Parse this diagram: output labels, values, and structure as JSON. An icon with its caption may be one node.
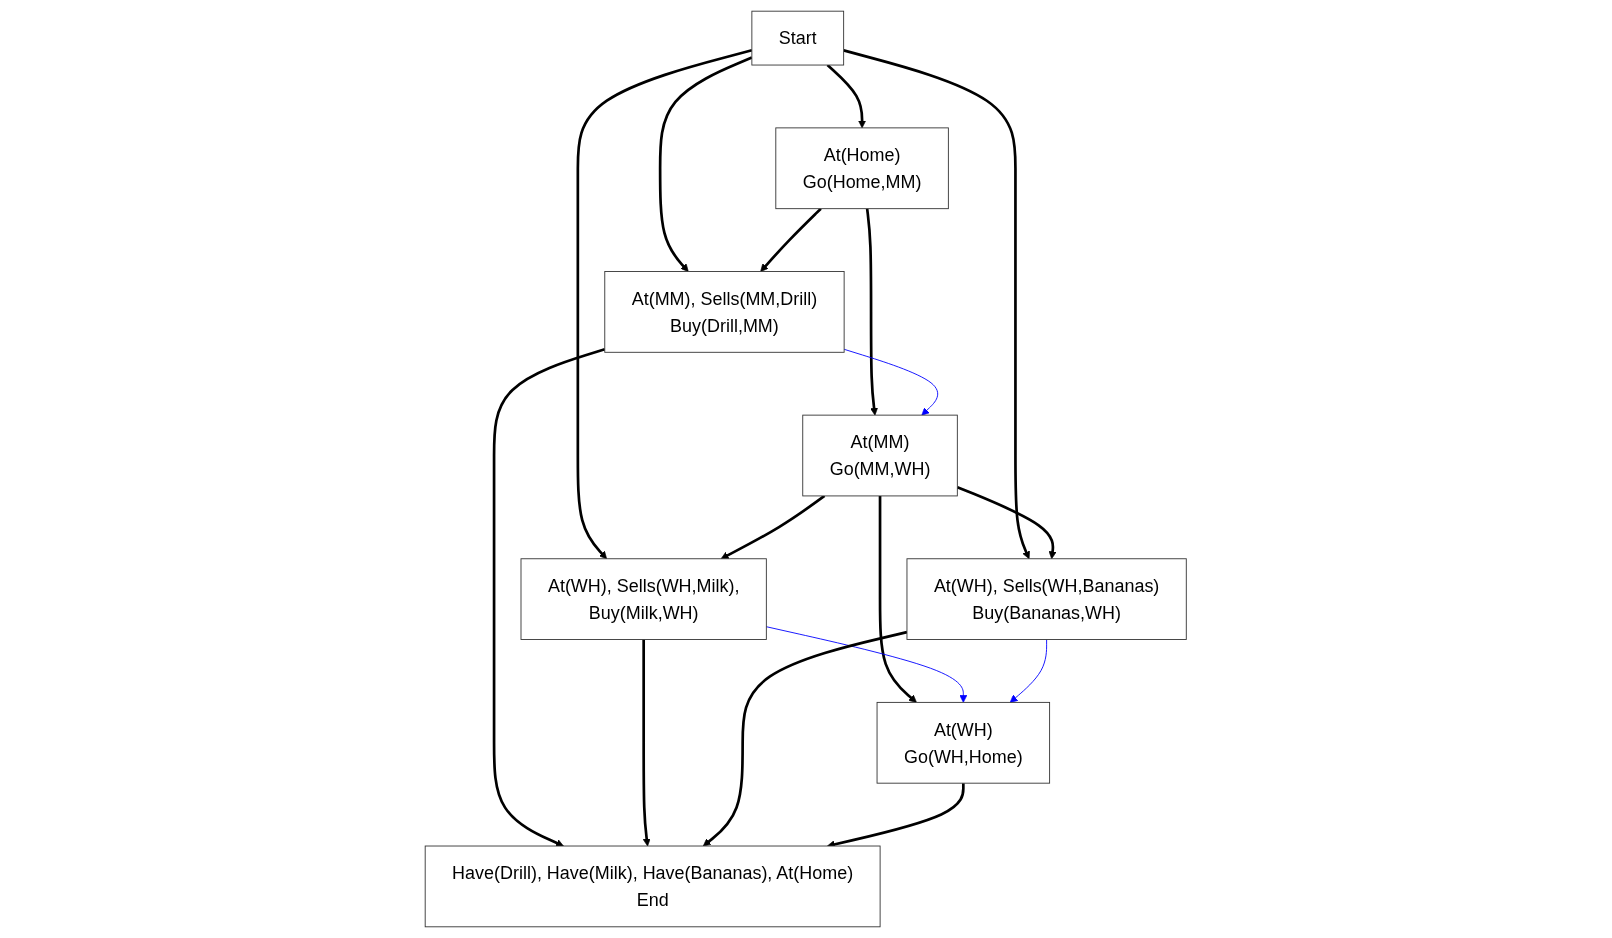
{
  "diagram": {
    "nodes": [
      {
        "text": [
          "Start"
        ]
      },
      {
        "text": [
          "At(Home)",
          "Go(Home,MM)"
        ]
      },
      {
        "text": [
          "At(MM)",
          "Go(MM,WH)"
        ]
      },
      {
        "text": [
          "At(MM), Sells(MM,Drill)",
          "Buy(Drill,MM)"
        ]
      },
      {
        "text": [
          "At(WH), Sells(WH,Milk),",
          "Buy(Milk,WH)"
        ]
      },
      {
        "text": [
          "At(WH), Sells(WH,Bananas)",
          "Buy(Bananas,WH)"
        ]
      },
      {
        "text": [
          "At(WH)",
          "Go(WH,Home)"
        ]
      },
      {
        "text": [
          "Have(Drill), Have(Milk), Have(Bananas), At(Home)",
          "End"
        ]
      }
    ],
    "edges": [
      {
        "from": 0,
        "to": 1,
        "arrow": "to"
      },
      {
        "from": 0,
        "to": 3,
        "arrow": "to"
      },
      {
        "from": 0,
        "to": 4,
        "arrow": "to"
      },
      {
        "from": 0,
        "to": 5,
        "arrow": "to"
      },
      {
        "from": 1,
        "to": 2,
        "arrow": "to"
      },
      {
        "from": 1,
        "to": 3,
        "arrow": "to"
      },
      {
        "from": 2,
        "to": 4,
        "arrow": "to"
      },
      {
        "from": 2,
        "to": 5,
        "arrow": "to"
      },
      {
        "from": 2,
        "to": 6,
        "arrow": "to"
      },
      {
        "from": 3,
        "to": 2,
        "arrow": "to",
        "color": "#0000ff"
      },
      {
        "from": 4,
        "to": 6,
        "arrow": "to",
        "color": "#0000ff"
      },
      {
        "from": 5,
        "to": 6,
        "arrow": "to",
        "color": "#0000ff"
      },
      {
        "from": 3,
        "to": 7,
        "arrow": "to"
      },
      {
        "from": 4,
        "to": 7,
        "arrow": "to"
      },
      {
        "from": 5,
        "to": 7,
        "arrow": "to"
      },
      {
        "from": 6,
        "to": 7,
        "arrow": "to"
      }
    ]
  }
}
